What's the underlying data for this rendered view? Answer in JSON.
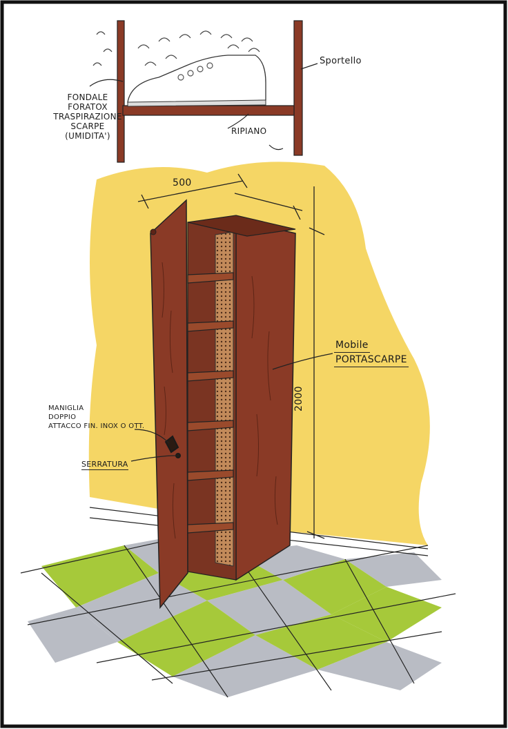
{
  "labels": {
    "fondale": [
      "FONDALE",
      "FORATOX",
      "TRASPIRAZIONE",
      "SCARPE",
      "(UMIDITA')"
    ],
    "sportello": "Sportello",
    "ripiano": "RIPIANO",
    "mobile": [
      "Mobile",
      "PORTASCARPE"
    ],
    "maniglia": [
      "MANIGLIA",
      "DOPPIO",
      "ATTACCO FIN. INOX O OTT."
    ],
    "serratura": "SERRATURA"
  },
  "dimensions": {
    "width": "500",
    "height": "2000"
  },
  "colors": {
    "wall": "#f3cf4a",
    "wood": "#8a3a26",
    "wood_dark": "#5e2417",
    "tile_green": "#a6c93a",
    "tile_grey": "#b9bcc4",
    "frame": "#111111"
  }
}
